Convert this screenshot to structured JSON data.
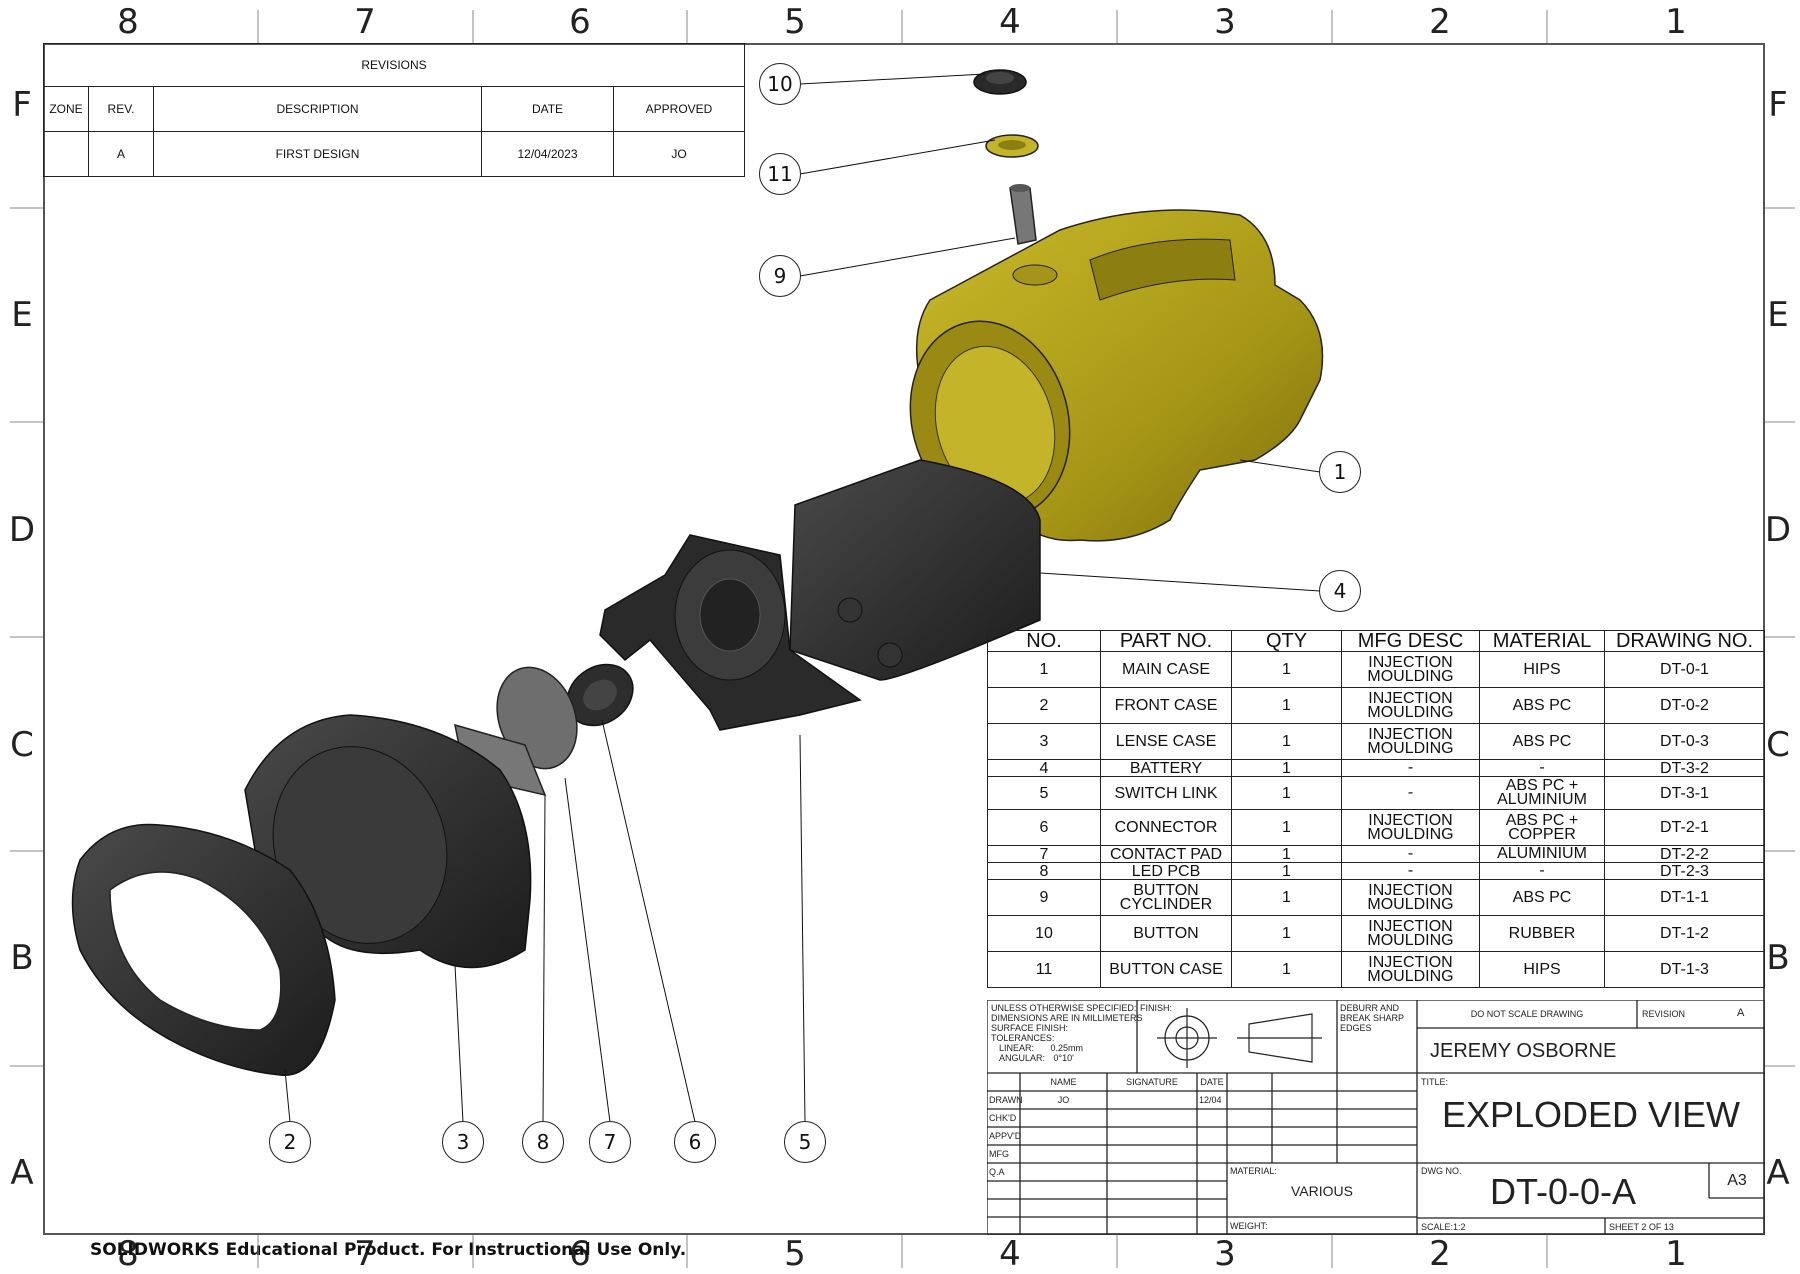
{
  "zones": {
    "columns": [
      "8",
      "7",
      "6",
      "5",
      "4",
      "3",
      "2",
      "1"
    ],
    "rows": [
      "F",
      "E",
      "D",
      "C",
      "B",
      "A"
    ]
  },
  "revisions": {
    "title": "REVISIONS",
    "headers": [
      "ZONE",
      "REV.",
      "DESCRIPTION",
      "DATE",
      "APPROVED"
    ],
    "rows": [
      [
        "",
        "A",
        "FIRST DESIGN",
        "12/04/2023",
        "JO"
      ]
    ]
  },
  "balloons": [
    "10",
    "11",
    "9",
    "1",
    "4",
    "2",
    "3",
    "8",
    "7",
    "6",
    "5"
  ],
  "bom": {
    "headers": [
      "NO.",
      "PART NO.",
      "QTY",
      "MFG DESC",
      "MATERIAL",
      "DRAWING NO."
    ],
    "rows": [
      {
        "no": "1",
        "part": "MAIN CASE",
        "qty": "1",
        "mfg": "INJECTION MOULDING",
        "material": "HIPS",
        "dwg": "DT-0-1"
      },
      {
        "no": "2",
        "part": "FRONT CASE",
        "qty": "1",
        "mfg": "INJECTION MOULDING",
        "material": "ABS PC",
        "dwg": "DT-0-2"
      },
      {
        "no": "3",
        "part": "LENSE CASE",
        "qty": "1",
        "mfg": "INJECTION MOULDING",
        "material": "ABS PC",
        "dwg": "DT-0-3"
      },
      {
        "no": "4",
        "part": "BATTERY",
        "qty": "1",
        "mfg": "-",
        "material": "-",
        "dwg": "DT-3-2"
      },
      {
        "no": "5",
        "part": "SWITCH LINK",
        "qty": "1",
        "mfg": "-",
        "material": "ABS PC + ALUMINIUM",
        "dwg": "DT-3-1"
      },
      {
        "no": "6",
        "part": "CONNECTOR",
        "qty": "1",
        "mfg": "INJECTION MOULDING",
        "material": "ABS PC + COPPER",
        "dwg": "DT-2-1"
      },
      {
        "no": "7",
        "part": "CONTACT PAD",
        "qty": "1",
        "mfg": "-",
        "material": "ALUMINIUM",
        "dwg": "DT-2-2"
      },
      {
        "no": "8",
        "part": "LED PCB",
        "qty": "1",
        "mfg": "-",
        "material": "-",
        "dwg": "DT-2-3"
      },
      {
        "no": "9",
        "part": "BUTTON CYCLINDER",
        "qty": "1",
        "mfg": "INJECTION MOULDING",
        "material": "ABS PC",
        "dwg": "DT-1-1"
      },
      {
        "no": "10",
        "part": "BUTTON",
        "qty": "1",
        "mfg": "INJECTION MOULDING",
        "material": "RUBBER",
        "dwg": "DT-1-2"
      },
      {
        "no": "11",
        "part": "BUTTON CASE",
        "qty": "1",
        "mfg": "INJECTION MOULDING",
        "material": "HIPS",
        "dwg": "DT-1-3"
      }
    ]
  },
  "title_block": {
    "notes": [
      "UNLESS OTHERWISE SPECIFIED:",
      "DIMENSIONS ARE IN MILLIMETERS",
      "SURFACE FINISH:",
      "TOLERANCES:",
      "LINEAR:",
      "0.25mm",
      "ANGULAR:",
      "0°10'"
    ],
    "finish_label": "FINISH:",
    "deburr": [
      "DEBURR AND",
      "BREAK SHARP",
      "EDGES"
    ],
    "do_not_scale": "DO NOT SCALE DRAWING",
    "revision_label": "REVISION",
    "revision_value": "A",
    "author": "JEREMY OSBORNE",
    "sig_headers": [
      "NAME",
      "SIGNATURE",
      "DATE"
    ],
    "sig_rows": [
      [
        "DRAWN",
        "JO",
        "",
        "12/04"
      ],
      [
        "CHK'D",
        "",
        "",
        ""
      ],
      [
        "APPV'D",
        "",
        "",
        ""
      ],
      [
        "MFG",
        "",
        "",
        ""
      ],
      [
        "Q.A",
        "",
        "",
        ""
      ]
    ],
    "title_label": "TITLE:",
    "title": "EXPLODED VIEW",
    "material_label": "MATERIAL:",
    "material": "VARIOUS",
    "dwg_no_label": "DWG NO.",
    "dwg_no": "DT-0-0-A",
    "size": "A3",
    "weight_label": "WEIGHT:",
    "scale": "SCALE:1:2",
    "sheet": "SHEET 2 OF 13"
  },
  "colors": {
    "main_case": "#b8a81c",
    "dark_part": "#2b2b2b",
    "line": "#222222"
  },
  "footer": "SOLIDWORKS Educational Product. For Instructional Use Only."
}
